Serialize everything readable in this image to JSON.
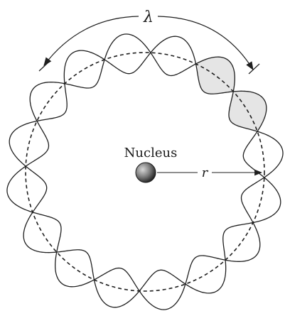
{
  "diagram": {
    "wavelength_label": "λ",
    "nucleus_label": "Nucleus",
    "radius_label": "r",
    "wave_count": 8
  },
  "colors": {
    "ink": "#1f1f1f",
    "shade": "#cfcfcf",
    "nucleus_dark": "#2a2a2a",
    "nucleus_light": "#9a9a9a",
    "background": "#ffffff"
  }
}
